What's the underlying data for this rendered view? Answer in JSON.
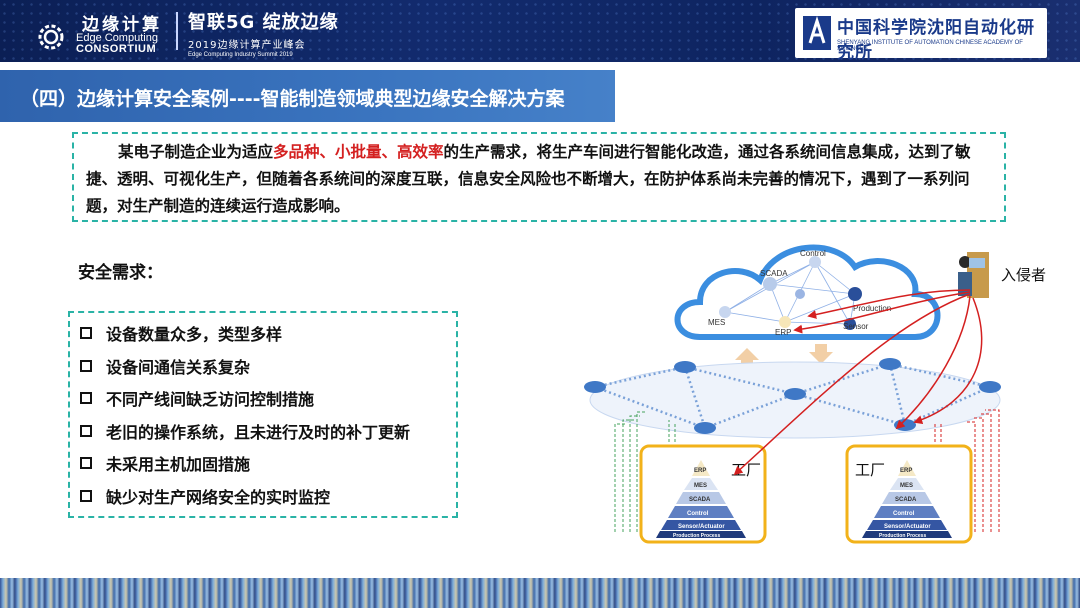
{
  "header": {
    "brand_cn": "边缘计算",
    "brand_en1": "Edge Computing",
    "brand_en2": "CONSORTIUM",
    "slogan": "智联5G  绽放边缘",
    "summit_cn": "2019边缘计算产业峰会",
    "summit_en": "Edge Computing Industry Summit 2019",
    "institute_cn": "中国科学院沈阳自动化研究所",
    "institute_en": "SHENYANG INSTITUTE OF AUTOMATION CHINESE ACADEMY OF SCIENCES"
  },
  "title": "（四）边缘计算安全案例----智能制造领域典型边缘安全解决方案",
  "intro": {
    "part1": "某电子制造企业为适应",
    "highlight": "多品种、小批量、高效率",
    "part2": "的生产需求，将生产车间进行智能化改造，通过各系统间信息集成，达到了敏捷、透明、可视化生产，但随着各系统间的深度互联，信息安全风险也不断增大，在防护体系尚未完善的情况下，遇到了一系列问题，对生产制造的连续运行造成影响。"
  },
  "needs": {
    "title": "安全需求：",
    "items": [
      "设备数量众多，类型多样",
      "设备间通信关系复杂",
      "不同产线间缺乏访问控制措施",
      "老旧的操作系统，且未进行及时的补丁更新",
      "未采用主机加固措施",
      "缺少对生产网络安全的实时监控"
    ]
  },
  "diagram": {
    "cloud_nodes": [
      "Control",
      "SCADA",
      "MES",
      "ERP",
      "Production",
      "Sensor"
    ],
    "intruder": "入侵者",
    "factory_label": "工厂",
    "pyramid_layers": [
      "ERP",
      "MES",
      "SCADA",
      "Control",
      "Sensor/Actuator",
      "Production Process"
    ]
  },
  "colors": {
    "title_bar": "#3a74bf",
    "dashed_border": "#2ab3a6",
    "highlight": "#d42020",
    "factory_border": "#f2b21a",
    "attack_line": "#d42020"
  }
}
